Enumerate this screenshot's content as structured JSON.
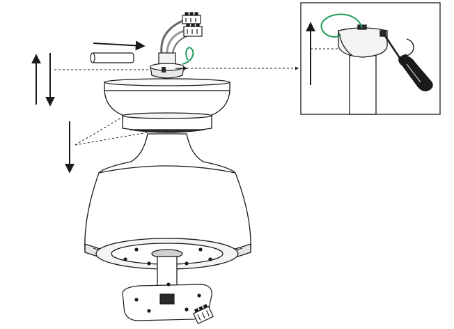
{
  "diagram": {
    "kind": "ceiling fan canopy and motor housing installation illustration",
    "colors": {
      "line": "#1a1a1a",
      "fill": "#ffffff",
      "shade": "#e6e6e6",
      "dark": "#2b2b2b",
      "ground_wire": "#1f9a5a"
    },
    "icons": {
      "up_arrow": "up-arrow-icon",
      "down_arrow": "down-arrow-icon",
      "right_arrow": "right-arrow-icon",
      "rotate_arrow": "rotate-arrow-icon",
      "screwdriver": "screwdriver-icon",
      "connector": "wire-connector-icon"
    },
    "parts": [
      "wire-connectors",
      "downrod-pin",
      "canopy-ball-mount",
      "ground-wire",
      "canopy",
      "canopy-trim-collar",
      "motor-housing",
      "mounting-plate",
      "plug-connector",
      "detail-callout-inset"
    ]
  }
}
